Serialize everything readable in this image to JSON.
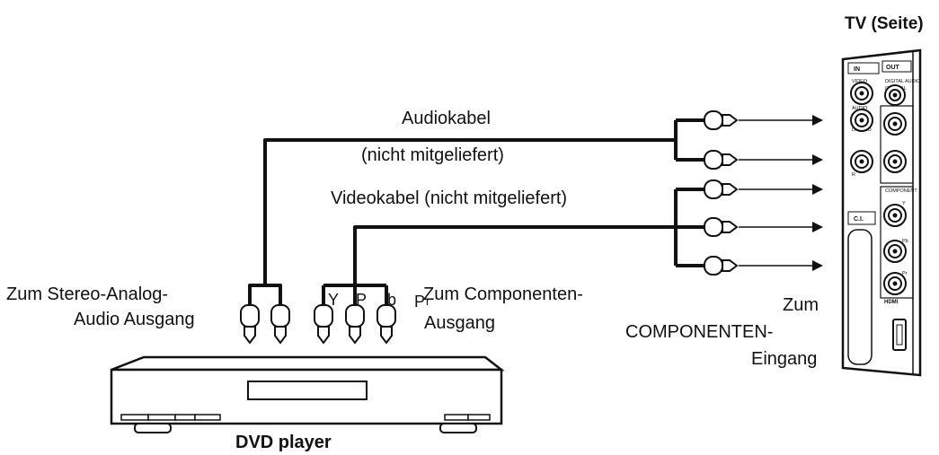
{
  "labels": {
    "tv_title": "TV (Seite)",
    "audio_cable_line1": "Audiokabel",
    "audio_cable_line2": "(nicht mitgeliefert)",
    "video_cable": "Videokabel (nicht mitgeliefert)",
    "stereo_out_line1": "Zum Stereo-Analog-",
    "stereo_out_line2": "Audio Ausgang",
    "component_out_line1": "Zum Componenten-",
    "component_out_line2": "Ausgang",
    "component_in_line1": "Zum",
    "component_in_line2": "COMPONENTEN-",
    "component_in_line3": "Eingang",
    "dvd_label": "DVD player",
    "jack_y": "Y",
    "jack_p": "P",
    "jack_b": "b",
    "jack_pr": "P",
    "jack_r": "r"
  },
  "tv_panel": {
    "in_label": "IN",
    "out_label": "OUT",
    "digital_audio": "DIGITAL AUDIO",
    "coaxial": "COAXIAL",
    "video": "VIDEO",
    "audio": "AUDIO",
    "l_mono": "L/MONO",
    "r": "R",
    "component": "COMPONENT",
    "y": "Y",
    "pb": "Pb",
    "pr": "Pr",
    "ci": "C.I.",
    "hdmi": "HDMI"
  }
}
